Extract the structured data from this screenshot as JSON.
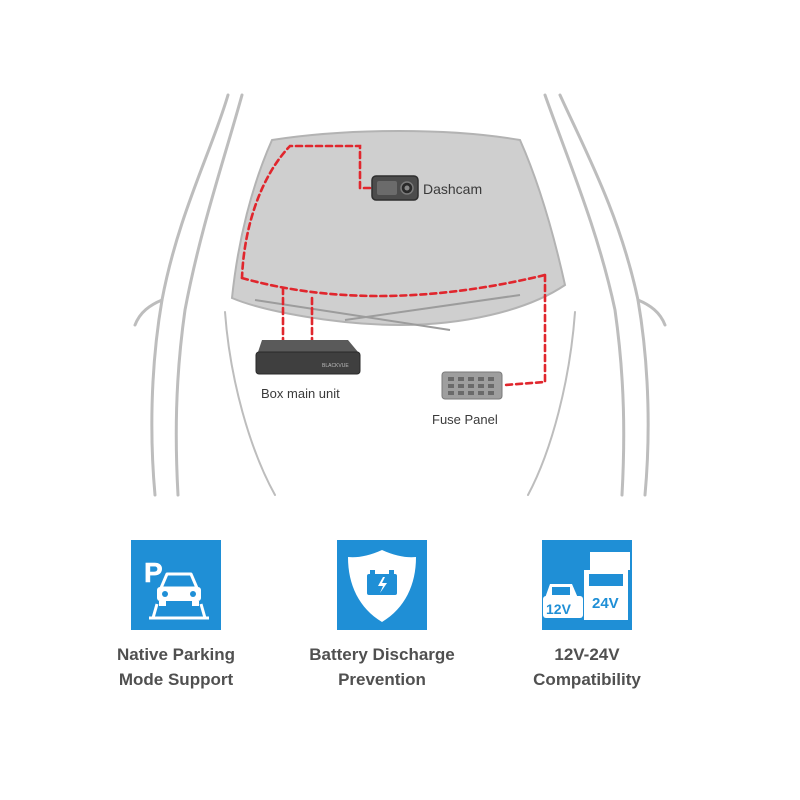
{
  "diagram": {
    "labels": {
      "dashcam": "Dashcam",
      "box_main_unit": "Box main unit",
      "fuse_panel": "Fuse Panel"
    },
    "device_brand": "BLACKVUE",
    "wire_color": "#e0262d"
  },
  "features": [
    {
      "icon": "parking-icon",
      "badge": "P",
      "line1": "Native Parking",
      "line2": "Mode Support"
    },
    {
      "icon": "battery-shield-icon",
      "line1": "Battery Discharge",
      "line2": "Prevention"
    },
    {
      "icon": "vehicles-voltage-icon",
      "badge_car": "12V",
      "badge_truck": "24V",
      "line1": "12V-24V",
      "line2": "Compatibility"
    }
  ],
  "colors": {
    "accent": "#1f8fd6",
    "car_outline": "#bdbdbd",
    "windshield": "#cfcfcf"
  }
}
